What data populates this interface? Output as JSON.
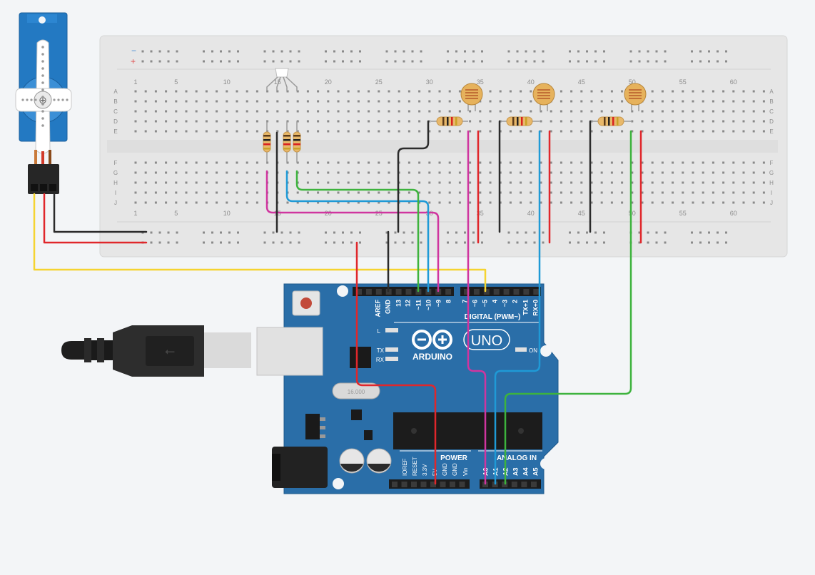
{
  "breadboard": {
    "rail_minus": "−",
    "rail_plus": "+",
    "column_numbers": [
      "1",
      "5",
      "10",
      "15",
      "20",
      "25",
      "30",
      "35",
      "40",
      "45",
      "50",
      "55",
      "60"
    ],
    "row_letters_top": [
      "A",
      "B",
      "C",
      "D",
      "E"
    ],
    "row_letters_bottom": [
      "F",
      "G",
      "H",
      "I",
      "J"
    ]
  },
  "arduino": {
    "logo_text": "ARDUINO",
    "model_text": "UNO",
    "digital_header_label": "DIGITAL (PWM~)",
    "digital_pins": [
      "AREF",
      "GND",
      "13",
      "12",
      "~11",
      "~10",
      "~9",
      "8",
      "7",
      "~6",
      "~5",
      "4",
      "~3",
      "2",
      "TX+1",
      "RX+0"
    ],
    "power_header_label": "POWER",
    "power_pins": [
      "IOREF",
      "RESET",
      "3.3V",
      "5V",
      "GND",
      "GND",
      "Vin"
    ],
    "analog_header_label": "ANALOG IN",
    "analog_pins": [
      "A0",
      "A1",
      "A2",
      "A3",
      "A4",
      "A5"
    ],
    "led_l": "L",
    "led_tx": "TX",
    "led_rx": "RX",
    "led_on": "ON",
    "crystal_label": "16.000"
  },
  "colors": {
    "wire_red": "#e0272b",
    "wire_black": "#2b2b2b",
    "wire_yellow": "#f5d431",
    "wire_green": "#3db33d",
    "wire_blue": "#1f9ad6",
    "wire_magenta": "#d0359f",
    "board_blue": "#2a6ea8",
    "servo_blue": "#2379c2"
  }
}
